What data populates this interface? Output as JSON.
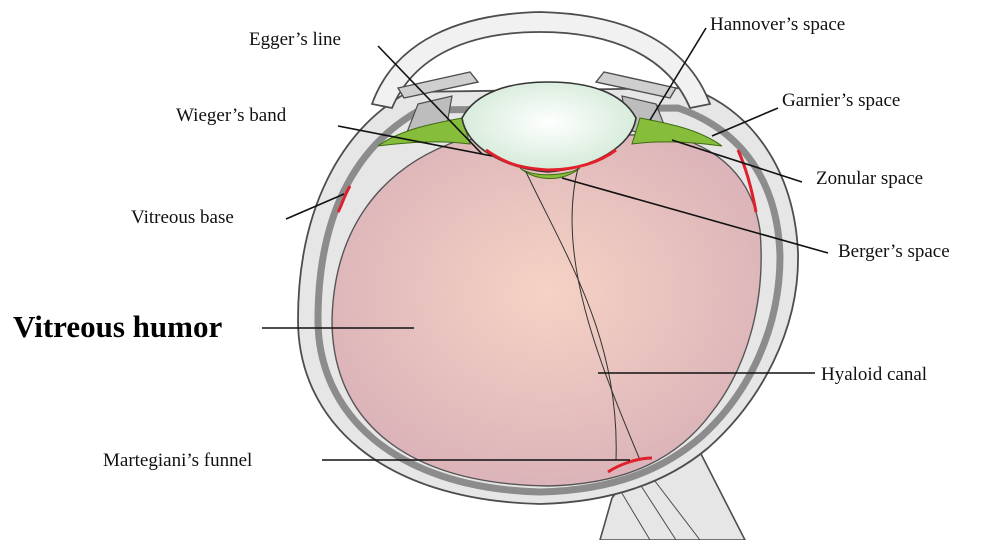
{
  "diagram": {
    "labels": {
      "eggers_line": "Egger’s line",
      "hannovers_space": "Hannover’s space",
      "garniers_space": "Garnier’s space",
      "wiegers_band": "Wieger’s band",
      "zonular_space": "Zonular space",
      "vitreous_base": "Vitreous base",
      "bergers_space": "Berger’s space",
      "vitreous_humor": "Vitreous humor",
      "hyaloid_canal": "Hyaloid canal",
      "martegianis_funnel": "Martegiani’s funnel"
    },
    "colors": {
      "sclera_fill": "#e6e6e6",
      "sclera_stroke": "#4d4d4d",
      "retina_band": "#8c8c8c",
      "vitreous_center": "#f6d2c4",
      "vitreous_edge": "#d8b0b8",
      "lens_center": "#ffffff",
      "lens_edge": "#cfe8d4",
      "zonule_green": "#86bd3a",
      "attachment_red": "#e0202a",
      "cornea_fill": "#f1f1f1"
    }
  }
}
